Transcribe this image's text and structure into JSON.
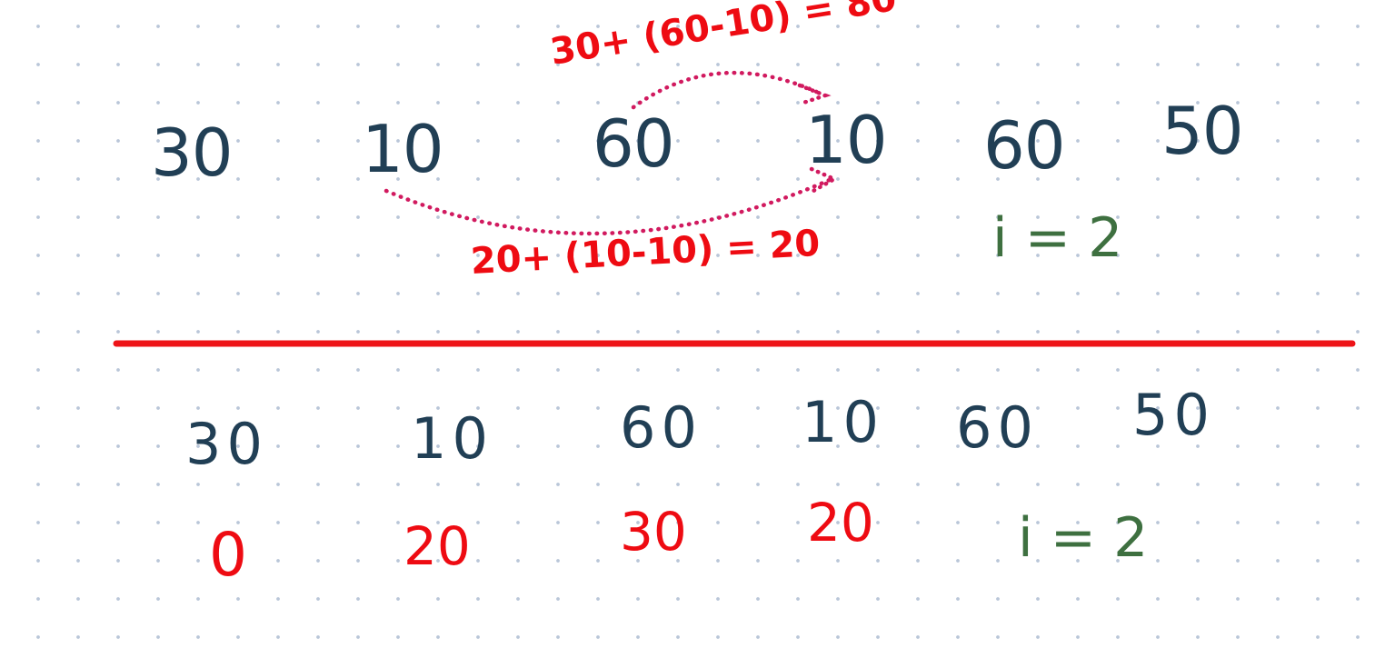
{
  "top_row": [
    "30",
    "10",
    "60",
    "10",
    "60",
    "50"
  ],
  "bottom_row": [
    "30",
    "10",
    "60",
    "10",
    "60",
    "50"
  ],
  "results": [
    "0",
    "20",
    "30",
    "20"
  ],
  "annotations": {
    "upper": "30+ (60-10) = 80",
    "lower": "20+ (10-10) = 20"
  },
  "index_label_top": "i = 2",
  "index_label_bottom": "i = 2",
  "colors": {
    "numbers": "#213f55",
    "results": "#ee0b12",
    "arrows": "#d11a5f",
    "divider": "#ee1418",
    "index": "#3e7040",
    "grid_dots": "#b9c6d8"
  }
}
